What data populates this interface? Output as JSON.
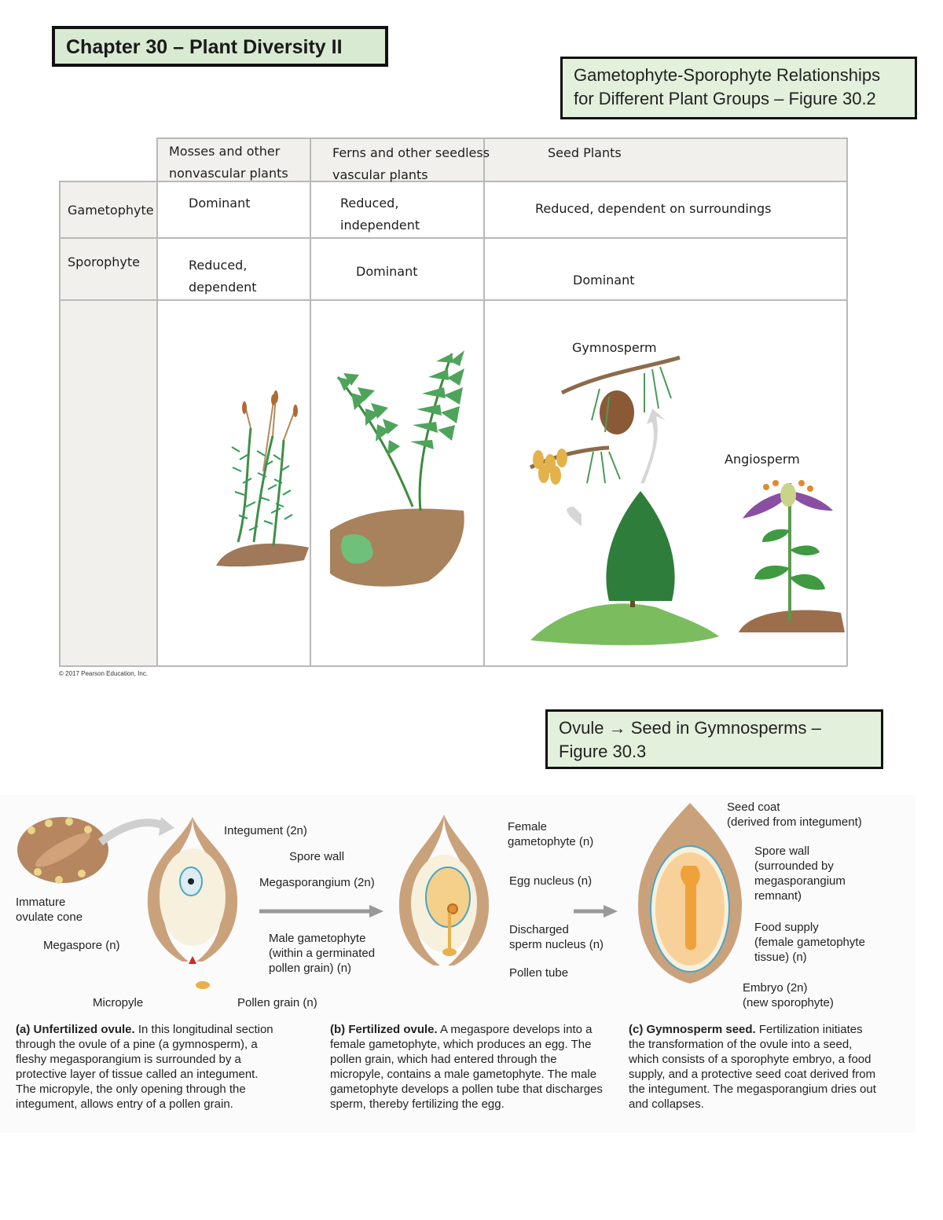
{
  "chapter_title": "Chapter 30 – Plant Diversity II",
  "figure1_box": {
    "line1": "Gametophyte-Sporophyte Relationships",
    "line2": "for Different Plant Groups – Figure 30.2"
  },
  "table": {
    "col_headers": [
      {
        "line1": "Mosses and other",
        "line2": "nonvascular plants"
      },
      {
        "line1": "Ferns and other seedless",
        "line2": "vascular plants"
      },
      {
        "line1": "Seed Plants",
        "line2": ""
      }
    ],
    "rows": [
      {
        "label": "Gametophyte",
        "cells": [
          {
            "l1": "Dominant",
            "l2": ""
          },
          {
            "l1": "Reduced,",
            "l2": "independent"
          },
          {
            "l1": "Reduced, dependent on surroundings",
            "l2": ""
          }
        ]
      },
      {
        "label": "Sporophyte",
        "cells": [
          {
            "l1": "Reduced,",
            "l2": "dependent"
          },
          {
            "l1": "Dominant",
            "l2": ""
          },
          {
            "l1": "Dominant",
            "l2": ""
          }
        ]
      }
    ],
    "illustration_labels": {
      "gymnosperm": "Gymnosperm",
      "angiosperm": "Angiosperm"
    },
    "copyright": "© 2017 Pearson Education, Inc."
  },
  "figure2_box": {
    "line1": "Ovule → Seed in Gymnosperms –",
    "line2": "Figure 30.3"
  },
  "ovule_figure": {
    "labels": {
      "integument": "Integument (2n)",
      "spore_wall": "Spore wall",
      "megasporangium": "Megasporangium (2n)",
      "immature_cone_1": "Immature",
      "immature_cone_2": "ovulate cone",
      "megaspore": "Megaspore (n)",
      "micropyle": "Micropyle",
      "pollen_grain": "Pollen grain (n)",
      "male_gam_1": "Male gametophyte",
      "male_gam_2": "(within a germinated",
      "male_gam_3": "pollen grain) (n)",
      "female_gam_1": "Female",
      "female_gam_2": "gametophyte (n)",
      "egg_nucleus": "Egg nucleus (n)",
      "discharged_1": "Discharged",
      "discharged_2": "sperm nucleus (n)",
      "pollen_tube": "Pollen tube",
      "seed_coat_1": "Seed coat",
      "seed_coat_2": "(derived from integument)",
      "spore_wall_c1": "Spore wall",
      "spore_wall_c2": "(surrounded by",
      "spore_wall_c3": "megasporangium",
      "spore_wall_c4": "remnant)",
      "food_1": "Food supply",
      "food_2": "(female gametophyte",
      "food_3": "tissue) (n)",
      "embryo_1": "Embryo (2n)",
      "embryo_2": "(new sporophyte)"
    },
    "captions": {
      "a_title": "(a) Unfertilized ovule.",
      "a_text": "In this longitudinal section through the ovule of a pine (a gymnosperm), a fleshy megasporangium is surrounded by a protective layer of tissue called an integument. The micropyle, the only opening through the integument, allows entry of a pollen grain.",
      "b_title": "(b) Fertilized ovule.",
      "b_text": "A megaspore develops into a female gametophyte, which produces an egg. The pollen grain, which had entered through the micropyle, contains a male gametophyte. The male gametophyte develops a pollen tube that discharges sperm, thereby fertilizing the egg.",
      "c_title": "(c) Gymnosperm seed.",
      "c_text": "Fertilization initiates the transformation of the ovule into a seed, which consists of a sporophyte embryo, a food supply, and a protective seed coat derived from the integument. The megasporangium dries out and collapses."
    }
  }
}
